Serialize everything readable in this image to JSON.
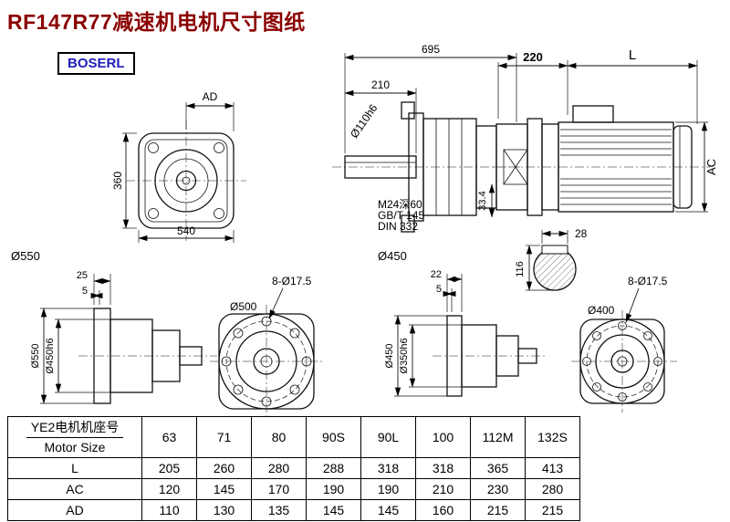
{
  "title": "RF147R77减速机电机尺寸图纸",
  "logo": "BOSERL",
  "drawing": {
    "front_view": {
      "ad": "AD",
      "h": "360",
      "w": "540",
      "flange": "Ø550"
    },
    "side_view": {
      "total": "695",
      "shaft_len": "210",
      "shaft_dia": "Ø110h6",
      "tap": "M24深60",
      "std1": "GB/T 145",
      "std2": "DIN 332",
      "h334": "33.4",
      "flange": "Ø450"
    },
    "motor_view": {
      "adapter": "220",
      "l": "L",
      "ac": "AC",
      "key_w": "28",
      "key_h": "116"
    },
    "out_side_large": {
      "t1": "25",
      "t2": "5",
      "od": "Ø550",
      "spigot": "Ø450h6"
    },
    "out_flange_large": {
      "dia": "Ø500",
      "holes": "8-Ø17.5"
    },
    "out_side_small": {
      "t1": "22",
      "t2": "5",
      "od": "Ø450",
      "spigot": "Ø350h6"
    },
    "out_flange_small": {
      "dia": "Ø400",
      "holes": "8-Ø17.5"
    }
  },
  "table": {
    "header": {
      "line1": "YE2电机机座号",
      "line2": "Motor Size"
    },
    "sizes": [
      "63",
      "71",
      "80",
      "90S",
      "90L",
      "100",
      "112M",
      "132S"
    ],
    "rows": [
      {
        "label": "L",
        "values": [
          "205",
          "260",
          "280",
          "288",
          "318",
          "318",
          "365",
          "413"
        ]
      },
      {
        "label": "AC",
        "values": [
          "120",
          "145",
          "170",
          "190",
          "190",
          "210",
          "230",
          "280"
        ]
      },
      {
        "label": "AD",
        "values": [
          "110",
          "130",
          "135",
          "145",
          "145",
          "160",
          "215",
          "215"
        ]
      }
    ]
  }
}
